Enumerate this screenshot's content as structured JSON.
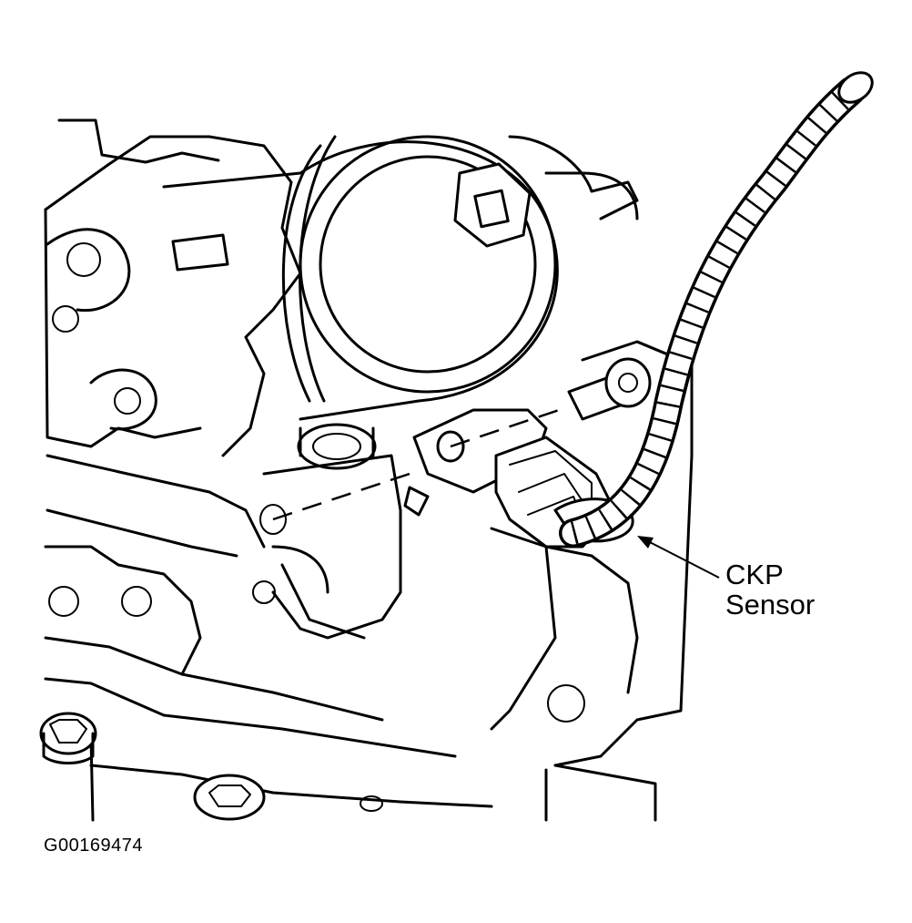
{
  "diagram": {
    "callout": {
      "line1": "CKP",
      "line2": "Sensor"
    },
    "figure_id": "G00169474"
  }
}
